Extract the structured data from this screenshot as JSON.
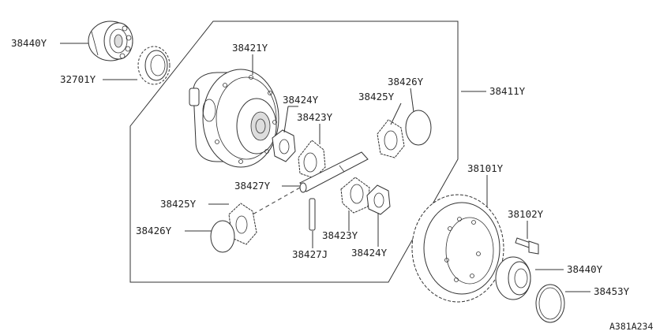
{
  "diagram": {
    "labels": {
      "l38440_top": "38440Y",
      "l32701": "32701Y",
      "l38421": "38421Y",
      "l38424_top": "38424Y",
      "l38423_top": "38423Y",
      "l38426_top": "38426Y",
      "l38425_top": "38425Y",
      "l38411": "38411Y",
      "l38427y": "38427Y",
      "l38425_left": "38425Y",
      "l38426_left": "38426Y",
      "l38423_bot": "38423Y",
      "l38424_bot": "38424Y",
      "l38427j": "38427J",
      "l38101": "38101Y",
      "l38102": "38102Y",
      "l38440_right": "38440Y",
      "l38453": "38453Y"
    },
    "figure_code": "A381A234"
  }
}
